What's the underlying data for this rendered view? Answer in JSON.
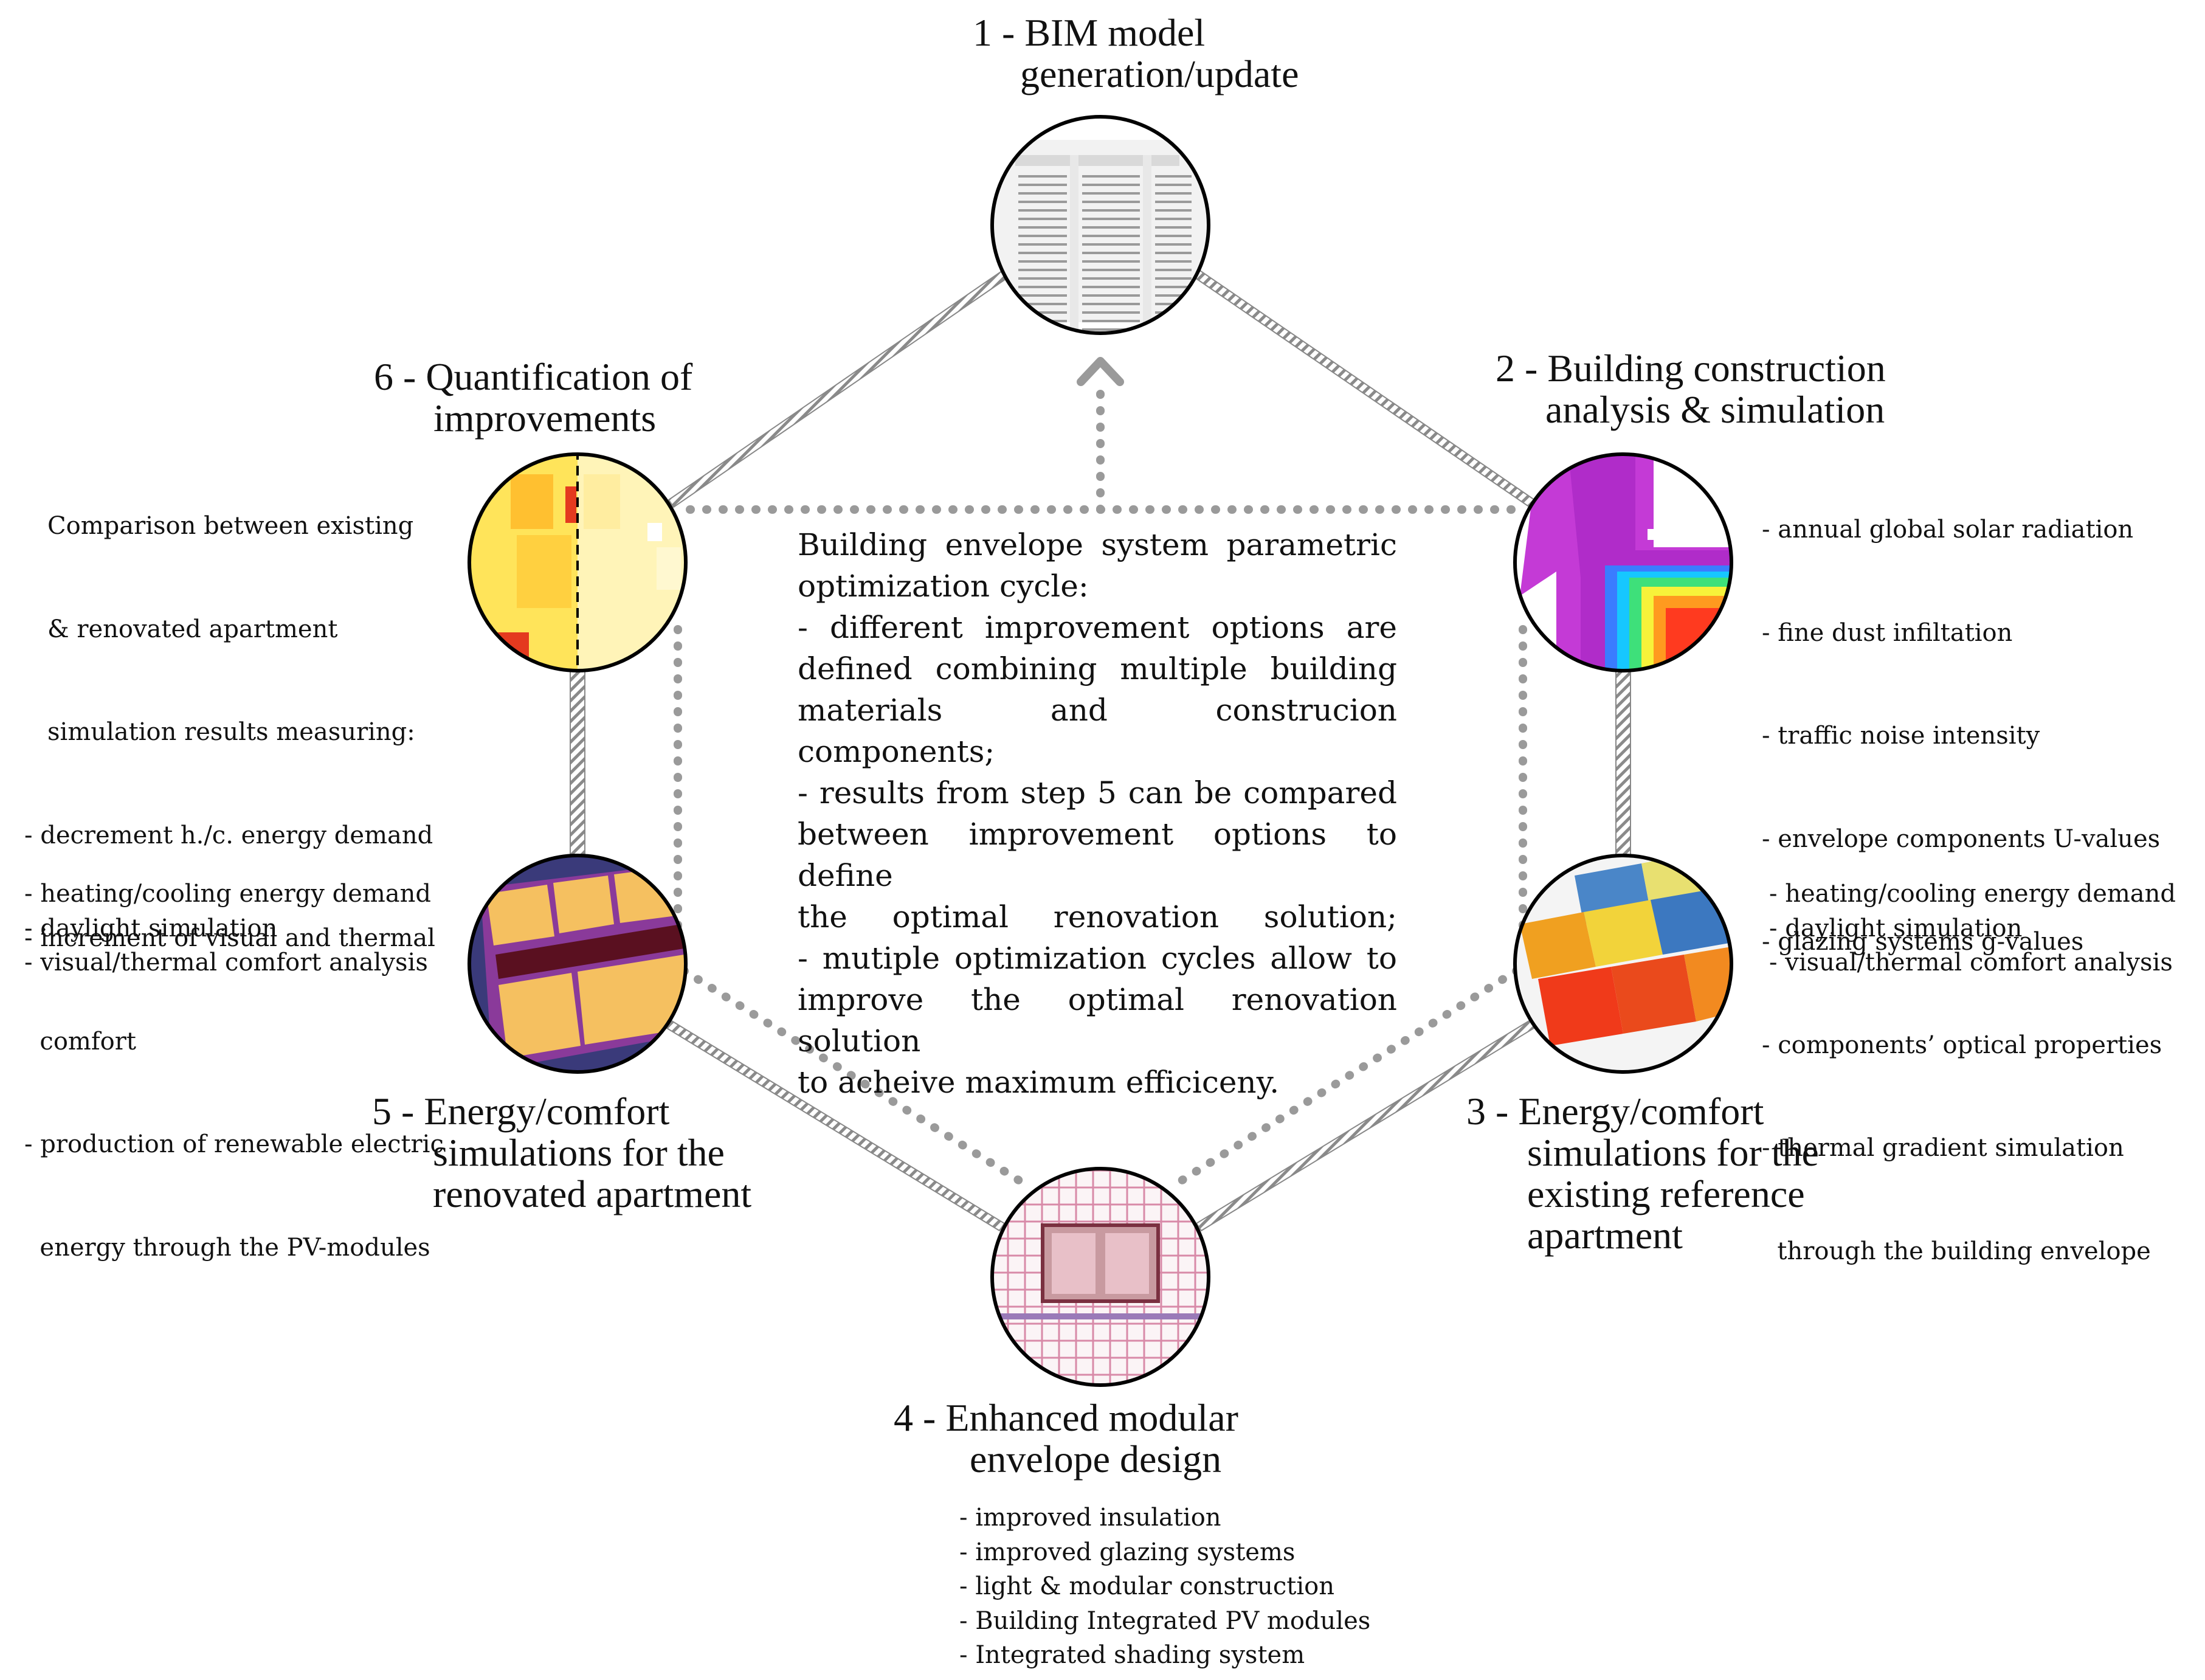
{
  "steps": {
    "s1": {
      "title_lines": [
        "1 - BIM model",
        "generation/update"
      ],
      "items": []
    },
    "s2": {
      "title_lines": [
        "2 - Building construction",
        "analysis & simulation"
      ],
      "items": [
        "- annual global solar radiation",
        "- fine dust infiltation",
        "- traffic noise intensity",
        "- envelope components U-values",
        "- glazing systems g-values",
        "- components’ optical properties",
        "- thermal gradient simulation",
        "  through the building envelope"
      ]
    },
    "s3": {
      "title_lines": [
        "3 - Energy/comfort",
        "simulations for the",
        "existing reference",
        "apartment"
      ],
      "items": [
        "- heating/cooling energy  demand",
        "- daylight simulation",
        "- visual/thermal comfort analysis"
      ]
    },
    "s4": {
      "title_lines": [
        "4 -  Enhanced modular",
        "envelope design"
      ],
      "items": [
        "- improved insulation",
        "- improved glazing systems",
        "- light & modular construction",
        "- Building Integrated PV modules",
        "- Integrated shading system"
      ]
    },
    "s5": {
      "title_lines": [
        "5 - Energy/comfort",
        "simulations for the",
        "renovated apartment"
      ],
      "items": [
        "- heating/cooling energy  demand",
        "- daylight simulation",
        "- visual/thermal comfort analysis"
      ]
    },
    "s6": {
      "title_lines": [
        "6 - Quantification of",
        "improvements"
      ],
      "items": [
        "Comparison between existing",
        "& renovated apartment",
        "simulation results measuring:",
        "- decrement h./c. energy demand",
        "- increment of visual and thermal",
        "  comfort",
        "- production of renewable electric",
        "  energy through the PV-modules"
      ]
    }
  },
  "center_text": [
    "Building envelope system parametric",
    "optimization cycle:",
    "- different improvement options  are",
    "defined combining multiple building",
    "materials and construcion components;",
    "- results from step 5  can be compared",
    "between improvement options to define",
    "the optimal renovation solution;",
    "- mutiple optimization cycles allow to",
    "improve the optimal renovation solution",
    "to acheive maximum efficiceny."
  ],
  "colors": {
    "ink": "#111111",
    "hatch": "#8a8a8a",
    "dots": "#9a9a9a",
    "accent_red": "#e43a1f",
    "accent_yellow": "#ffe066"
  },
  "icons": {
    "s1": "bim-building-icon",
    "s2": "thermal-bridge-icon",
    "s3": "floorplan-heatmap-icon",
    "s4": "facade-module-icon",
    "s5": "floorplan-3d-icon",
    "s6": "comparison-split-icon"
  }
}
